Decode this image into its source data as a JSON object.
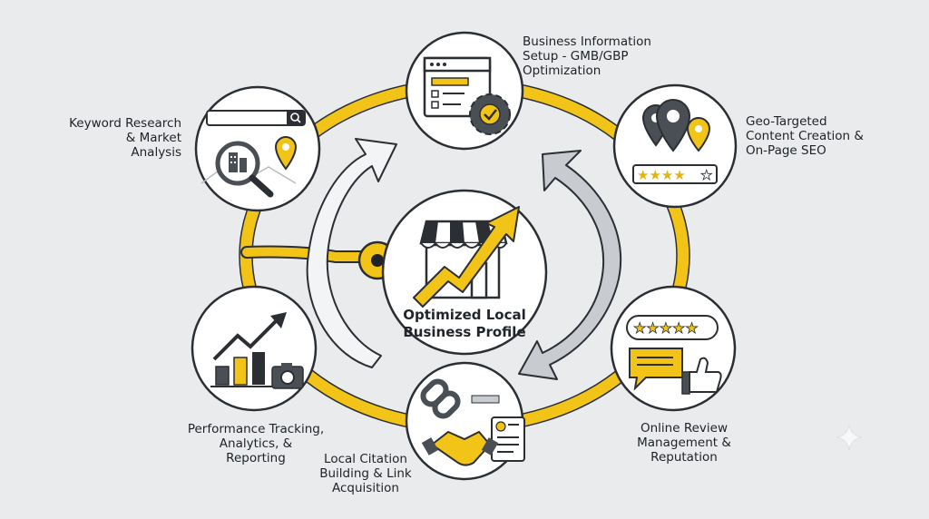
{
  "center": {
    "label": "Optimized Local\nBusiness Profile"
  },
  "steps": [
    {
      "id": "business-info",
      "label": "Business Information\nSetup - GMB/GBP\nOptimization",
      "icon": "browser-window-gear-check-icon"
    },
    {
      "id": "geo-content",
      "label": "Geo-Targeted\nContent Creation &\nOn-Page SEO",
      "icon": "map-pins-star-rating-icon"
    },
    {
      "id": "review-management",
      "label": "Online Review\nManagement &\nReputation",
      "icon": "stars-chat-thumbs-up-icon"
    },
    {
      "id": "citation-building",
      "label": "Local Citation\nBuilding & Link\nAcquisition",
      "icon": "chain-link-handshake-icon"
    },
    {
      "id": "performance-tracking",
      "label": "Performance Tracking,\nAnalytics, &\nReporting",
      "icon": "bar-chart-trend-camera-icon"
    },
    {
      "id": "keyword-research",
      "label": "Keyword Research\n& Market\nAnalysis",
      "icon": "search-magnifier-map-pin-icon"
    }
  ],
  "colors": {
    "ring": "#f2c418",
    "accent": "#f2c418",
    "outline": "#2b2f34",
    "bubble_fill": "#ffffff",
    "background": "#e9ebed",
    "arrow_fill": "#f3f4f5",
    "arrow_grey": "#c8ccd0"
  },
  "sparkle_icon": "sparkle-icon"
}
